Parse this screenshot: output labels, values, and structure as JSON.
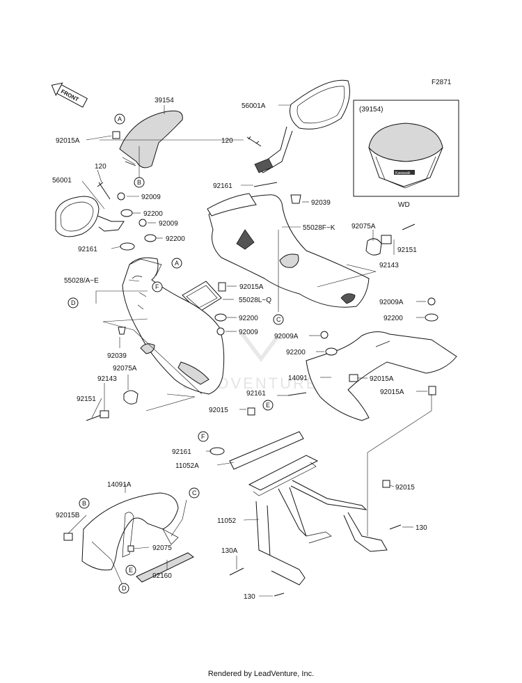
{
  "figure_code": "F2871",
  "footer": "Rendered by LeadVenture, Inc.",
  "watermark": "LEADVENTURE",
  "front_arrow": "FRONT",
  "inset": {
    "title": "(39154)",
    "caption": "WD",
    "brand": "Kawasaki"
  },
  "parts": {
    "p39154": "39154",
    "p56001A": "56001A",
    "p92015A_top": "92015A",
    "p120_top": "120",
    "p56001": "56001",
    "p120_left": "120",
    "p92009_a": "92009",
    "p92200_a": "92200",
    "p92009_b": "92009",
    "p92161_left": "92161",
    "p92200_b": "92200",
    "p55028AE": "55028/A~E",
    "p92161_top": "92161",
    "p92039_top": "92039",
    "p55028FK": "55028F~K",
    "p92075A_right": "92075A",
    "p92151_right": "92151",
    "p92143_right": "92143",
    "p92015A_mid": "92015A",
    "p55028LQ": "55028L~Q",
    "p92200_mid": "92200",
    "p92009_mid": "92009",
    "p92009A_right": "92009A",
    "p92200_right": "92200",
    "p92009A_mid": "92009A",
    "p92200_mid2": "92200",
    "p14091": "14091",
    "p92015A_under": "92015A",
    "p92015A_right": "92015A",
    "p92039_left": "92039",
    "p92075A_left": "92075A",
    "p92143_left": "92143",
    "p92151_left": "92151",
    "p92015_stay": "92015",
    "p92161_stay": "92161",
    "p92161_f": "92161",
    "p11052A": "11052A",
    "p92015_right": "92015",
    "p130_right": "130",
    "p11052": "11052",
    "p130A": "130A",
    "p130_bottom": "130",
    "p14091A": "14091A",
    "p92015B": "92015B",
    "p92075": "92075",
    "p92160": "92160"
  },
  "callouts": {
    "A1": "A",
    "B1": "B",
    "A2": "A",
    "F1": "F",
    "D1": "D",
    "C1": "C",
    "E1": "E",
    "F2": "F",
    "B2": "B",
    "C2": "C",
    "E2": "E",
    "D2": "D"
  }
}
